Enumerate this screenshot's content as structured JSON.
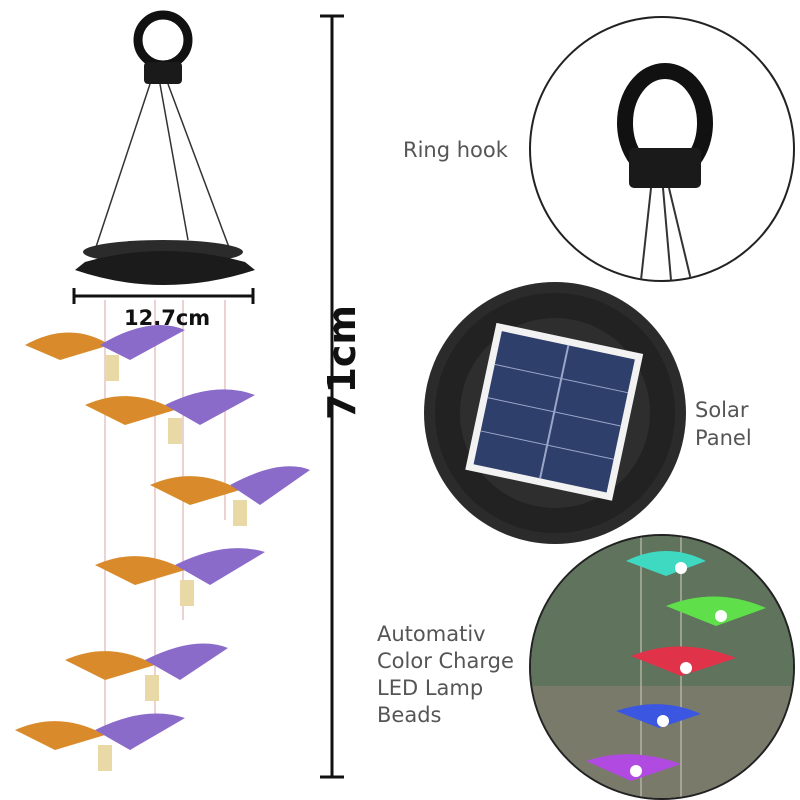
{
  "labels": {
    "ring_hook": "Ring hook",
    "solar_line1": "Solar",
    "solar_line2": "Panel",
    "led_line1": "Automativ",
    "led_line2": "Color Charge",
    "led_line3": "LED Lamp",
    "led_line4": "Beads",
    "width": "12.7cm",
    "height": "71cm"
  },
  "colors": {
    "butterfly_orange": "#d98a2b",
    "butterfly_purple": "#8b6bc9",
    "panel_blue": "#2f3f6b",
    "dark_plastic": "#1f1f1f",
    "glow_teal": "#3fd9c2",
    "glow_green": "#5fe04a",
    "glow_red": "#e0334a",
    "glow_blue": "#3b56e0",
    "glow_purple": "#b04ae0"
  }
}
